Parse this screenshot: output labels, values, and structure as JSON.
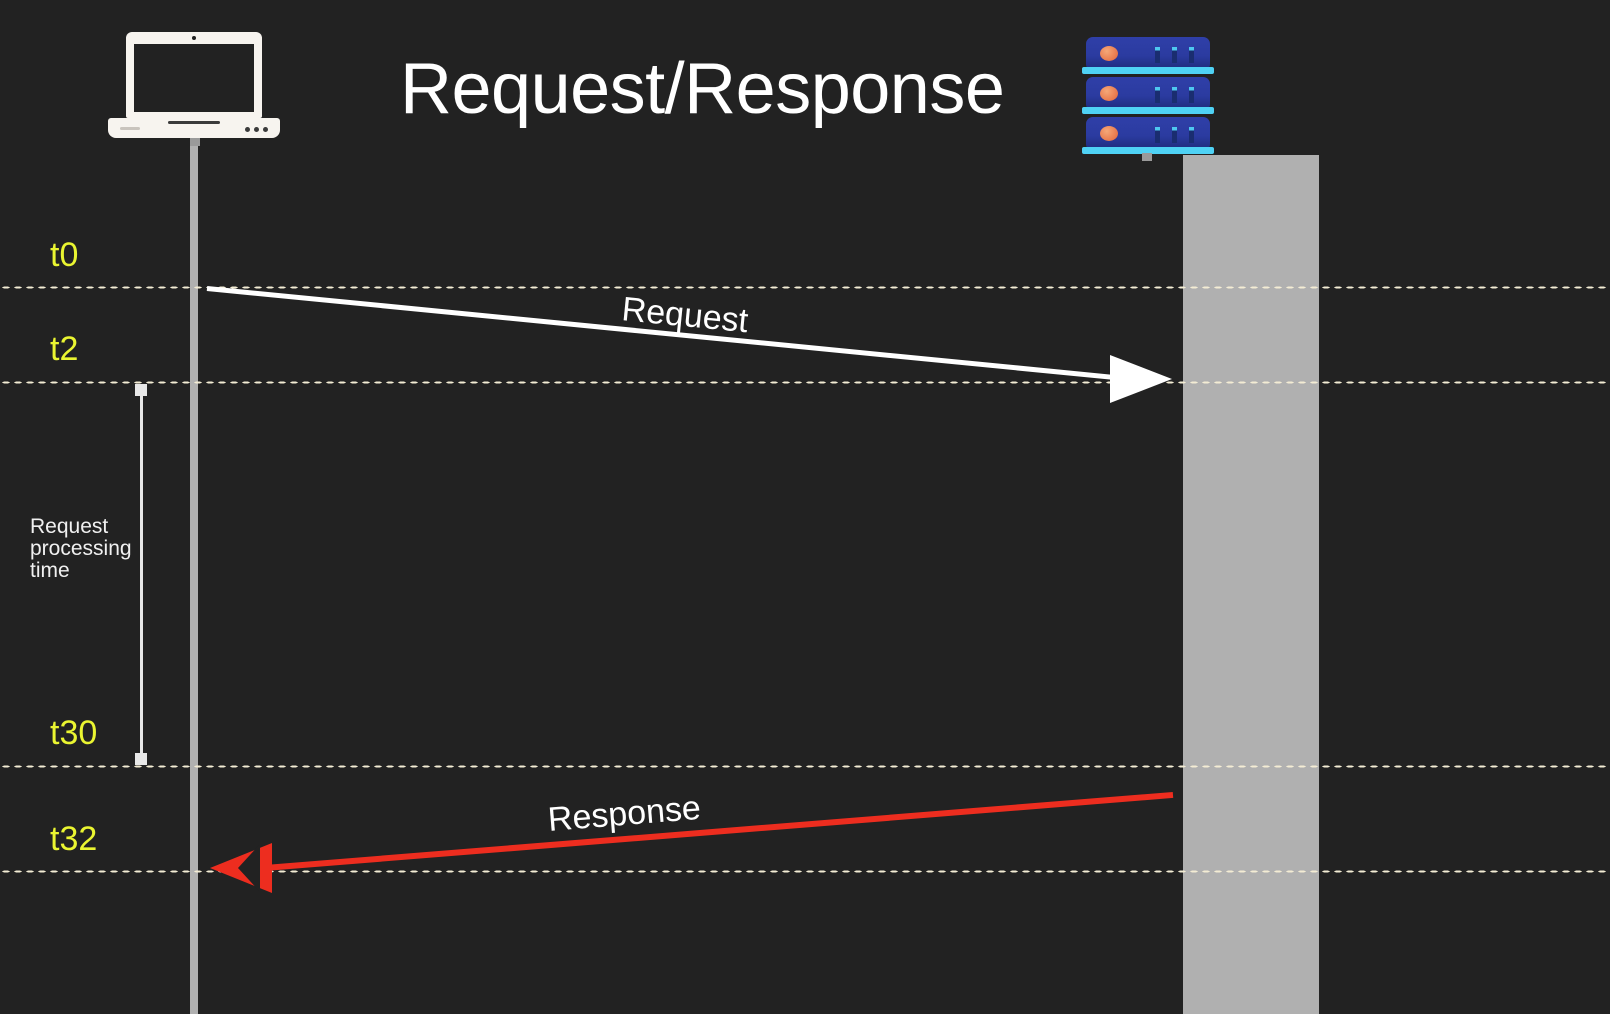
{
  "diagram": {
    "title": "Request/Response",
    "background_color": "#222222",
    "lifeline_color": "#b0b0b0",
    "timeline_color": "#f3ecd4"
  },
  "actors": [
    {
      "name": "client",
      "icon": "laptop-icon"
    },
    {
      "name": "server",
      "icon": "server-rack-icon"
    }
  ],
  "timeline": {
    "label_color": "#eaf531",
    "marks": [
      {
        "id": "t0",
        "label": "t0"
      },
      {
        "id": "t2",
        "label": "t2"
      },
      {
        "id": "t30",
        "label": "t30"
      },
      {
        "id": "t32",
        "label": "t32"
      }
    ]
  },
  "messages": [
    {
      "id": "request",
      "label": "Request",
      "color": "#ffffff",
      "direction": "client-to-server"
    },
    {
      "id": "response",
      "label": "Response",
      "color": "#ed2d1f",
      "direction": "server-to-client"
    }
  ],
  "annotations": {
    "processing": {
      "line1": "Request",
      "line2": "processing",
      "line3": "time",
      "color": "#f0f0f0"
    }
  }
}
